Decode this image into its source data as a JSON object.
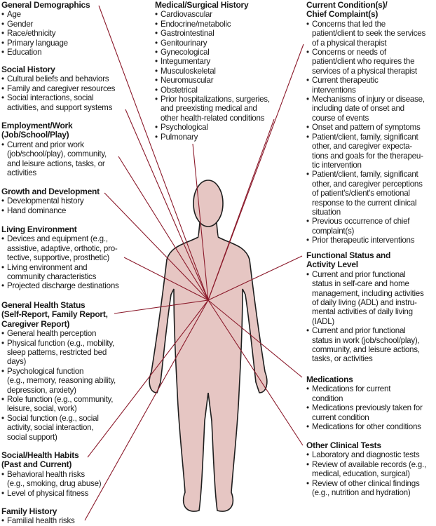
{
  "colors": {
    "line": "#8b1a2b",
    "body_fill": "#e6c6c3",
    "body_stroke": "#1e1e1e"
  },
  "left": [
    {
      "title": [
        "General Demographics"
      ],
      "items": [
        [
          "Age"
        ],
        [
          "Gender"
        ],
        [
          "Race/ethnicity"
        ],
        [
          "Primary language"
        ],
        [
          "Education"
        ]
      ]
    },
    {
      "title": [
        "Social History"
      ],
      "items": [
        [
          "Cultural beliefs and behaviors"
        ],
        [
          "Family and caregiver resources"
        ],
        [
          "Social interactions, social",
          "activities, and support systems"
        ]
      ]
    },
    {
      "title": [
        "Employment/Work",
        "(Job/School/Play)"
      ],
      "items": [
        [
          "Current and prior work",
          "(job/school/play), community,",
          "and leisure actions, tasks, or",
          "activities"
        ]
      ]
    },
    {
      "title": [
        "Growth and Development"
      ],
      "items": [
        [
          "Developmental history"
        ],
        [
          "Hand dominance"
        ]
      ]
    },
    {
      "title": [
        "Living Environment"
      ],
      "items": [
        [
          "Devices and equipment (e.g.,",
          "assistive, adaptive, orthotic, pro-",
          "tective, supportive, prosthetic)"
        ],
        [
          "Living environment and",
          "community characteristics"
        ],
        [
          "Projected discharge destinations"
        ]
      ]
    },
    {
      "title": [
        "General Health Status",
        "(Self-Report, Family Report,",
        "Caregiver Report)"
      ],
      "items": [
        [
          "General health perception"
        ],
        [
          "Physical function (e.g., mobility,",
          "sleep patterns, restricted bed",
          "days)"
        ],
        [
          "Psychological function",
          "(e.g., memory, reasoning ability,",
          "depression, anxiety)"
        ],
        [
          "Role function (e.g., community,",
          "leisure, social, work)"
        ],
        [
          "Social function (e.g., social",
          "activity, social interaction,",
          "social support)"
        ]
      ]
    },
    {
      "title": [
        "Social/Health Habits",
        "(Past and Current)"
      ],
      "items": [
        [
          "Behavioral health risks",
          "(e.g., smoking, drug abuse)"
        ],
        [
          "Level of physical fitness"
        ]
      ]
    },
    {
      "title": [
        "Family History"
      ],
      "items": [
        [
          "Familial health risks"
        ]
      ]
    }
  ],
  "middle": [
    {
      "title": [
        "Medical/Surgical History"
      ],
      "items": [
        [
          "Cardiovascular"
        ],
        [
          "Endocrine/metabolic"
        ],
        [
          "Gastrointestinal"
        ],
        [
          "Genitourinary"
        ],
        [
          "Gynecological"
        ],
        [
          "Integumentary"
        ],
        [
          "Musculoskeletal"
        ],
        [
          "Neuromuscular"
        ],
        [
          "Obstetrical"
        ],
        [
          "Prior hospitalizations, surgeries,",
          "and preexisting medical and",
          "other health-related conditions"
        ],
        [
          "Psychological"
        ],
        [
          "Pulmonary"
        ]
      ]
    }
  ],
  "right": [
    {
      "title": [
        "Current Condition(s)/",
        "Chief Complaint(s)"
      ],
      "items": [
        [
          "Concerns that led the",
          "patient/client to seek the services",
          "of a physical therapist"
        ],
        [
          "Concerns or needs of",
          "patient/client who requires the",
          "services of a physical therapist"
        ],
        [
          "Current therapeutic",
          "interventions"
        ],
        [
          "Mechanisms of injury or disease,",
          "including date of onset and",
          "course of events"
        ],
        [
          "Onset and pattern of symptoms"
        ],
        [
          "Patient/client, family, significant",
          "other, and caregiver expecta-",
          "tions and goals for the therapeu-",
          "tic intervention"
        ],
        [
          "Patient/client, family, significant",
          "other, and caregiver perceptions",
          "of patient's/client's emotional",
          "response to the current clinical",
          "situation"
        ],
        [
          "Previous occurrence of chief",
          "complaint(s)"
        ],
        [
          "Prior therapeutic interventions"
        ]
      ]
    },
    {
      "title": [
        "Functional Status and",
        "Activity Level"
      ],
      "items": [
        [
          "Current and prior functional",
          "status in self-care and home",
          "management, including activities",
          "of daily living (ADL) and instru-",
          "mental activities of daily living",
          "(IADL)"
        ],
        [
          "Current and prior functional",
          "status in work (job/school/play),",
          "community, and leisure actions,",
          "tasks, or activities"
        ]
      ]
    },
    {
      "title": [
        "Medications"
      ],
      "items": [
        [
          "Medications for current",
          "condition"
        ],
        [
          "Medications previously taken for",
          "current condition"
        ],
        [
          "Medications for other conditions"
        ]
      ]
    },
    {
      "title": [
        "Other Clinical Tests"
      ],
      "items": [
        [
          "Laboratory and diagnostic tests"
        ],
        [
          "Review of available records (e.g.,",
          "medical, education, surgical)"
        ],
        [
          "Review of other clinical findings",
          "(e.g., nutrition and hydration)"
        ]
      ]
    }
  ]
}
